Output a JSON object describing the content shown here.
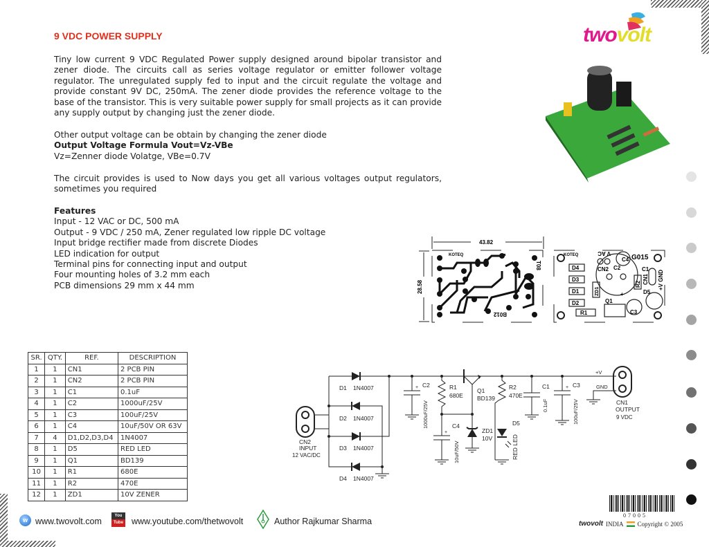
{
  "title": "9 VDC POWER SUPPLY",
  "logo": {
    "text_a": "two",
    "text_b": "volt",
    "color_a": "#e0188c",
    "color_b": "#e8e030"
  },
  "intro": "Tiny low current 9 VDC Regulated Power supply designed around bipolar transistor and zener diode. The circuits call as series voltage regulator or emitter follower voltage regulator. The unregulated supply fed to input and the circuit regulate the voltage and provide constant 9V DC, 250mA. The zener diode provides the reference voltage to the base of the transistor. This is very suitable power supply for small projects as it can provide any supply output by changing just the zener diode.",
  "formula": {
    "line1": "Other output voltage can be obtain by changing the zener diode",
    "line2": "Output Voltage Formula Vout=Vz-VBe",
    "line3": "Vz=Zenner diode Volatge, VBe=0.7V"
  },
  "note": "The circuit provides is used to Now days you get all various voltages output regulators, sometimes you required",
  "features": {
    "heading": "Features",
    "items": [
      "Input - 12 VAC or DC, 500 mA",
      "Output - 9 VDC / 250 mA, Zener regulated low ripple DC voltage",
      "Input bridge rectifier made from discrete Diodes",
      "LED indication for output",
      "Terminal pins for connecting input and output",
      "Four mounting holes of 3.2 mm each",
      "PCB dimensions 29 mm x 44 mm"
    ]
  },
  "bom": {
    "headers": [
      "SR.",
      "QTY.",
      "REF.",
      "DESCRIPTION"
    ],
    "rows": [
      [
        "1",
        "1",
        "CN1",
        "2 PCB PIN"
      ],
      [
        "2",
        "1",
        "CN2",
        "2 PCB PIN"
      ],
      [
        "3",
        "1",
        "C1",
        "0.1uF"
      ],
      [
        "4",
        "1",
        "C2",
        "1000uF/25V"
      ],
      [
        "5",
        "1",
        "C3",
        "100uF/25V"
      ],
      [
        "6",
        "1",
        "C4",
        "10uF/50V OR 63V"
      ],
      [
        "7",
        "4",
        "D1,D2,D3,D4",
        "1N4007"
      ],
      [
        "8",
        "1",
        "D5",
        "RED LED"
      ],
      [
        "9",
        "1",
        "Q1",
        "BD139"
      ],
      [
        "10",
        "1",
        "R1",
        "680E"
      ],
      [
        "11",
        "1",
        "R2",
        "470E"
      ],
      [
        "12",
        "1",
        "ZD1",
        "10V ZENER"
      ]
    ]
  },
  "pcb": {
    "width_dim": "43.82",
    "height_dim": "28.58",
    "brand": "KOTEQ",
    "code_bottom": "B012",
    "code_side": "T08",
    "code_top": "G015",
    "labels": {
      "vac": "V AC",
      "cn2": "CN2",
      "c2": "C2",
      "c4": "C4",
      "c1": "C1",
      "cn1": "CN1",
      "r2": "R2",
      "vgnd": "+V GND",
      "d5": "D5",
      "q1": "Q1",
      "c3": "C3",
      "r1": "R1",
      "d1": "D1",
      "d2": "D2",
      "d3": "D3",
      "d4": "D4",
      "zd1": "ZD1",
      "plus": "+"
    }
  },
  "schematic": {
    "d1": "D1",
    "d2": "D2",
    "d3": "D3",
    "d4": "D4",
    "diode": "1N4007",
    "cn2": "CN2",
    "input": "INPUT",
    "input_v": "12 VAC/DC",
    "c2": "C2",
    "c2v": "1000uF/25V",
    "r1": "R1",
    "r1v": "680E",
    "q1": "Q1",
    "q1v": "BD139",
    "c4": "C4",
    "c4v": "10uF/50V",
    "zd1": "ZD1",
    "zd1v": "10V",
    "r2": "R2",
    "r2v": "470E",
    "d5": "D5",
    "d5v": "RED LED",
    "c1": "C1",
    "c1v": "0.1uF",
    "c3": "C3",
    "c3v": "100uF/25V",
    "vplus": "+V",
    "gnd": "GND",
    "cn1": "CN1",
    "output": "OUTPUT",
    "output_v": "9 VDC",
    "plus": "+"
  },
  "footer": {
    "website": "www.twovolt.com",
    "youtube": "www.youtube.com/thetwovolt",
    "youtube_icon_text": "You Tube",
    "author": "Author Rajkumar Sharma",
    "barcode_number": "07005",
    "brand": "twovolt",
    "country": "INDIA",
    "copyright": "Copyright © 2005"
  },
  "icons": [
    "globe-icon",
    "youtube-icon",
    "pen-nib-icon",
    "barcode-icon",
    "india-flag-icon"
  ]
}
